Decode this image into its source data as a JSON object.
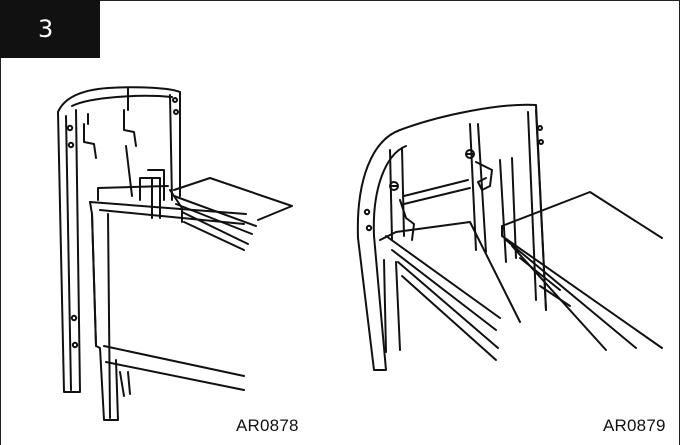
{
  "step": {
    "number": "3"
  },
  "figures": [
    {
      "code": "AR0878",
      "icon": "crib-end-panel-assembly-drawing"
    },
    {
      "code": "AR0879",
      "icon": "crib-end-panel-interior-drawing"
    }
  ],
  "colors": {
    "ink": "#111111",
    "badge_bg": "#111111",
    "badge_text": "#ffffff",
    "paper": "#ffffff"
  }
}
